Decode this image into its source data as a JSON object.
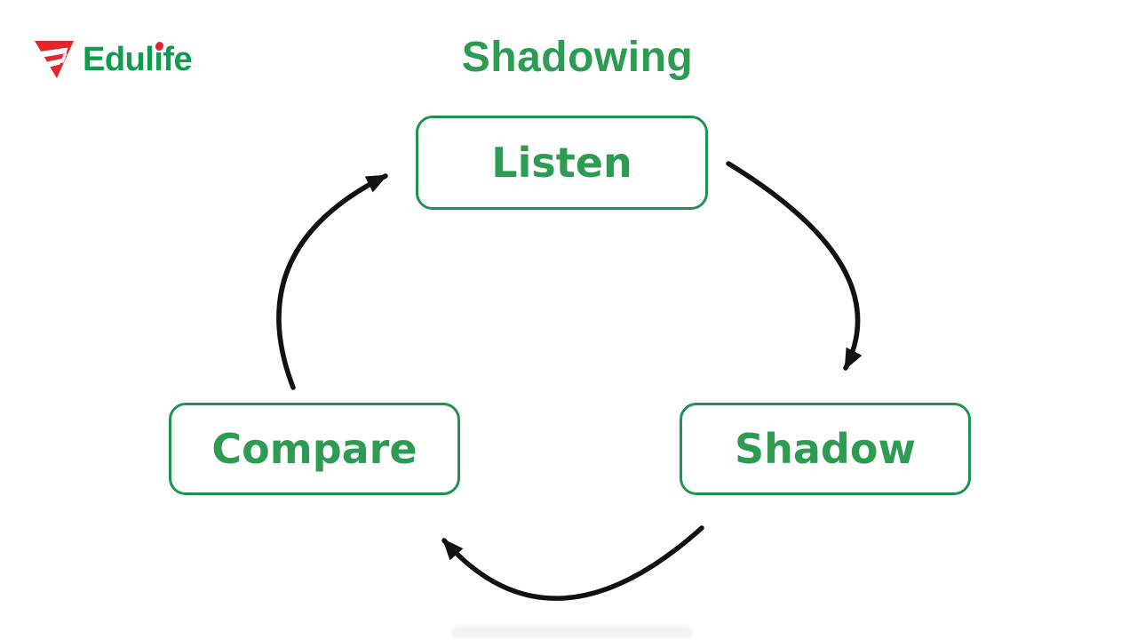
{
  "theme": {
    "background": "#ffffff",
    "brand_green": "#0E9C4D",
    "brand_red": "#E5242B",
    "title_color": "#2E9B52",
    "node_border_color": "#1F9150",
    "node_text_color": "#2E9B52",
    "arrow_color": "#111111"
  },
  "logo": {
    "text": "Edulife"
  },
  "diagram": {
    "title": "Shadowing",
    "nodes": [
      {
        "id": "listen",
        "label": "Listen",
        "position": "top-center"
      },
      {
        "id": "shadow",
        "label": "Shadow",
        "position": "bottom-right"
      },
      {
        "id": "compare",
        "label": "Compare",
        "position": "bottom-left"
      }
    ],
    "arrows": [
      {
        "from": "Listen",
        "to": "Shadow"
      },
      {
        "from": "Shadow",
        "to": "Compare"
      },
      {
        "from": "Compare",
        "to": "Listen"
      }
    ]
  }
}
